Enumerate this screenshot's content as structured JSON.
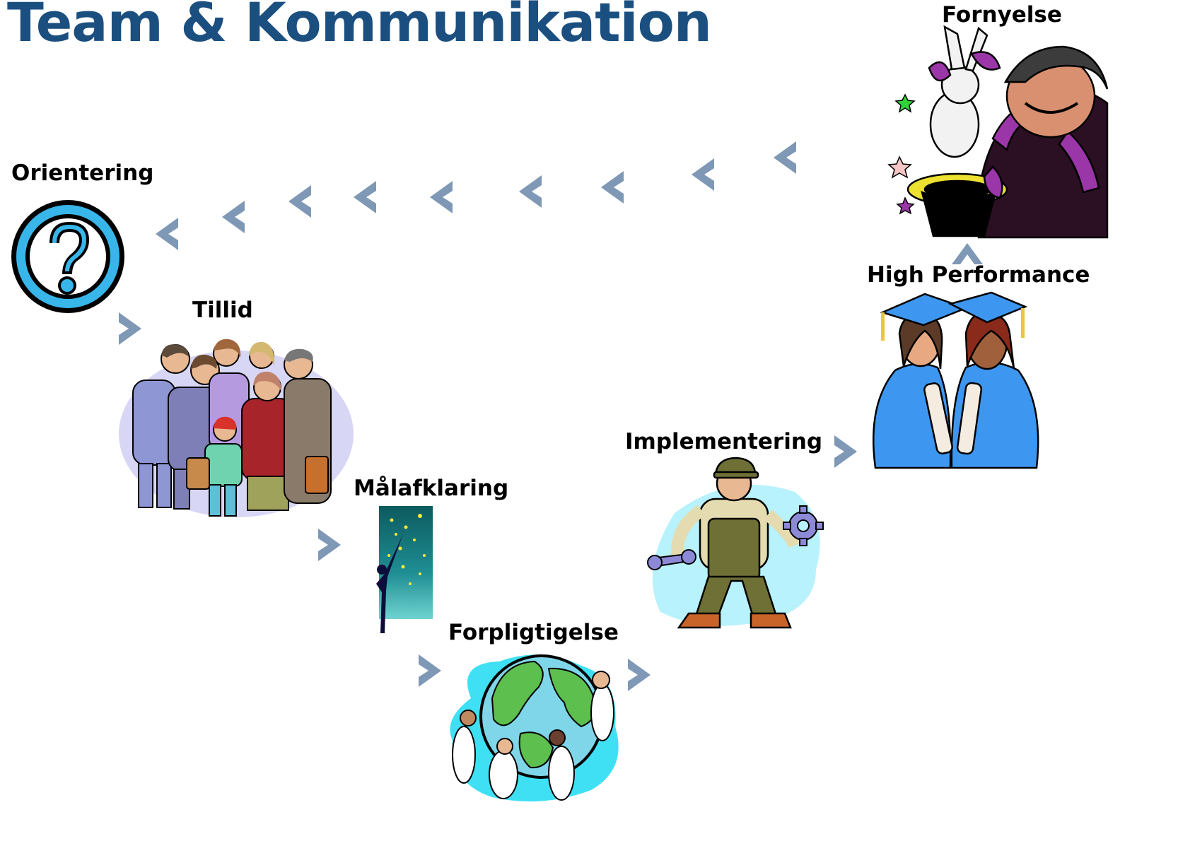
{
  "title": "Team & Kommunikation",
  "stages": {
    "orientering": "Orientering",
    "tillid": "Tillid",
    "malafklaring": "Målafklaring",
    "forpligtigelse": "Forpligtigelse",
    "implementering": "Implementering",
    "high_performance": "High Performance",
    "fornyelse": "Fornyelse"
  },
  "colors": {
    "title": "#1b4f80",
    "arrow": "#7e98b6"
  },
  "icons": {
    "orientering": "question-mark-icon",
    "tillid": "group-of-people-icon",
    "malafklaring": "reaching-for-stars-icon",
    "forpligtigelse": "people-around-globe-icon",
    "implementering": "worker-with-gears-icon",
    "high_performance": "graduates-icon",
    "fornyelse": "magician-with-rabbit-icon"
  }
}
